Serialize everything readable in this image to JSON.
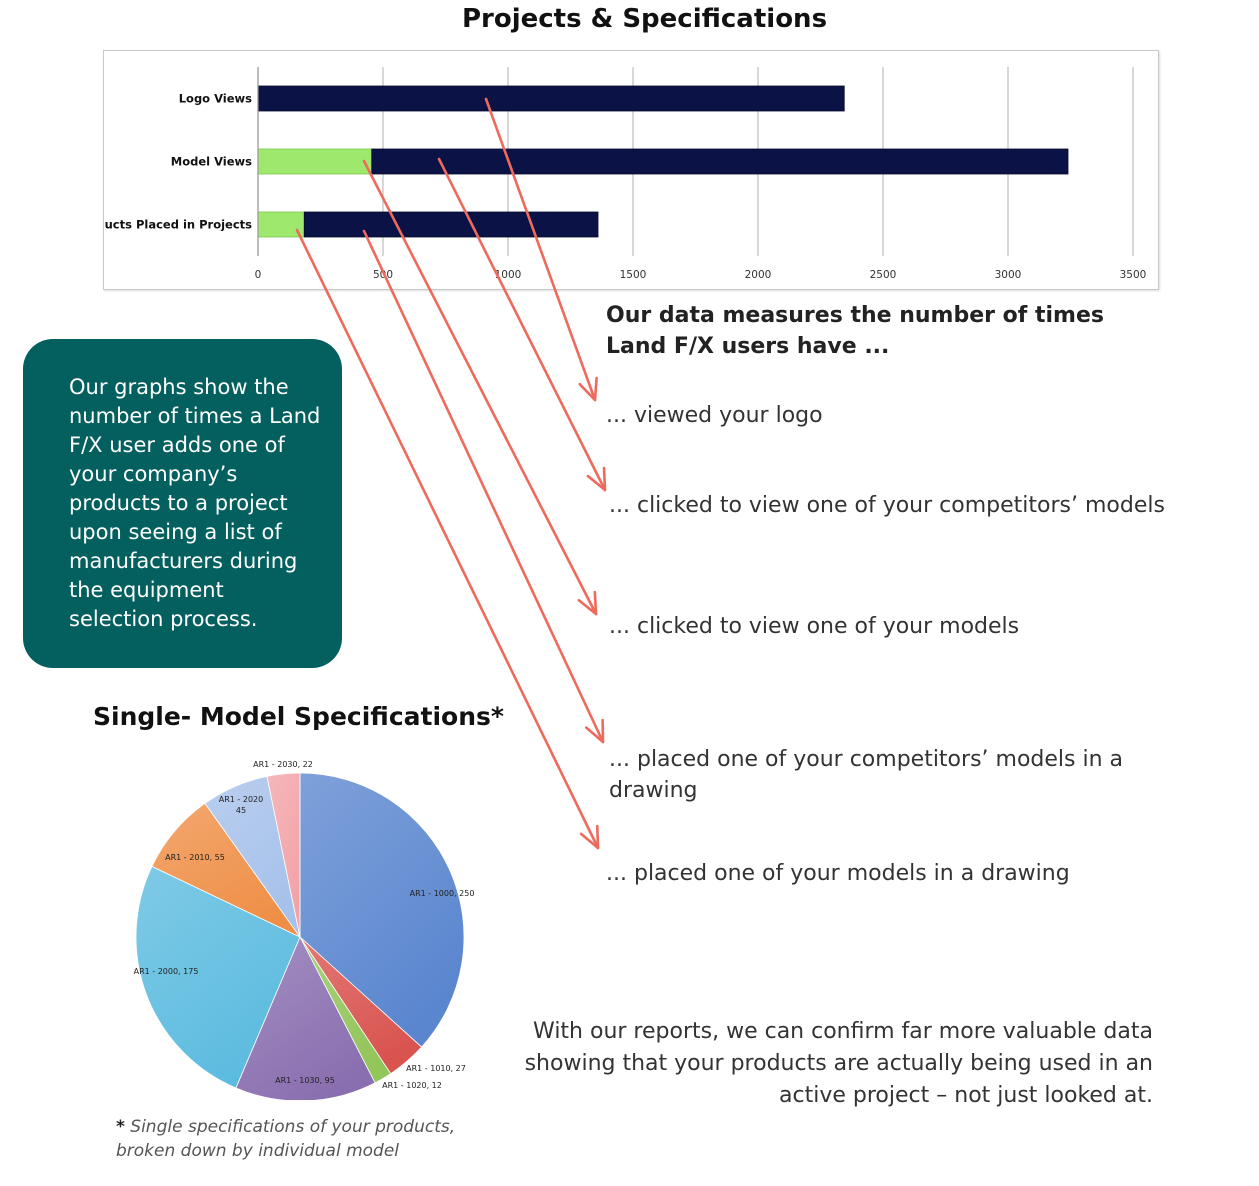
{
  "chart_data": [
    {
      "type": "bar",
      "orientation": "horizontal",
      "stacked": true,
      "title": "Projects & Specifications",
      "categories": [
        "Logo Views",
        "Model Views",
        "Products Placed in Projects"
      ],
      "series": [
        {
          "color": "#9ee86d",
          "values": [
            0,
            455,
            185
          ]
        },
        {
          "color": "#0b1346",
          "values": [
            2345,
            2785,
            1175
          ]
        }
      ],
      "xlim": [
        0,
        3500
      ],
      "x_ticks": [
        "0",
        "500",
        "1000",
        "1500",
        "2000",
        "2500",
        "3000",
        "3500"
      ],
      "grid": true,
      "legend": "none"
    },
    {
      "type": "pie",
      "title": "Single- Model Specifications*",
      "slices": [
        {
          "label": "AR1 - 1000, 250",
          "value": 250,
          "color": "#5a86cf"
        },
        {
          "label": "AR1 - 1010, 27",
          "value": 27,
          "color": "#d9534f"
        },
        {
          "label": "AR1 - 1020, 12",
          "value": 12,
          "color": "#92c55a"
        },
        {
          "label": "AR1 - 1030, 95",
          "value": 95,
          "color": "#8a6fb0"
        },
        {
          "label": "AR1 - 2000, 175",
          "value": 175,
          "color": "#5bbbdf"
        },
        {
          "label": "AR1 - 2010, 55",
          "value": 55,
          "color": "#ef8f47"
        },
        {
          "label": "AR1 - 2020, 45",
          "value": 45,
          "color": "#a6c1ea"
        },
        {
          "label": "AR1 - 2030, 22",
          "value": 22,
          "color": "#f2a3a8"
        }
      ],
      "legend": "none"
    }
  ],
  "measures": {
    "heading": "Our data measures the number of times Land F/X users have ...",
    "items": [
      "... viewed your logo",
      "... clicked to view one of your competitors’ models",
      "... clicked to view one of your models",
      "... placed one of your competitors’ models in a drawing",
      "... placed one of your models in a drawing"
    ]
  },
  "info_box": {
    "text": "Our graphs show the number of times a Land F/X user adds one of your company’s products to a project upon seeing a list of manufacturers during the equipment selection process."
  },
  "footnote": {
    "mark": "*",
    "text": "Single specifications of your products, broken down by individual model"
  },
  "summary": "With our reports, we can confirm far more valuable data showing that your products are actually being used in an active project – not just looked at.",
  "colors": {
    "arrow": "#ee6a5c",
    "teal": "#04605f"
  }
}
